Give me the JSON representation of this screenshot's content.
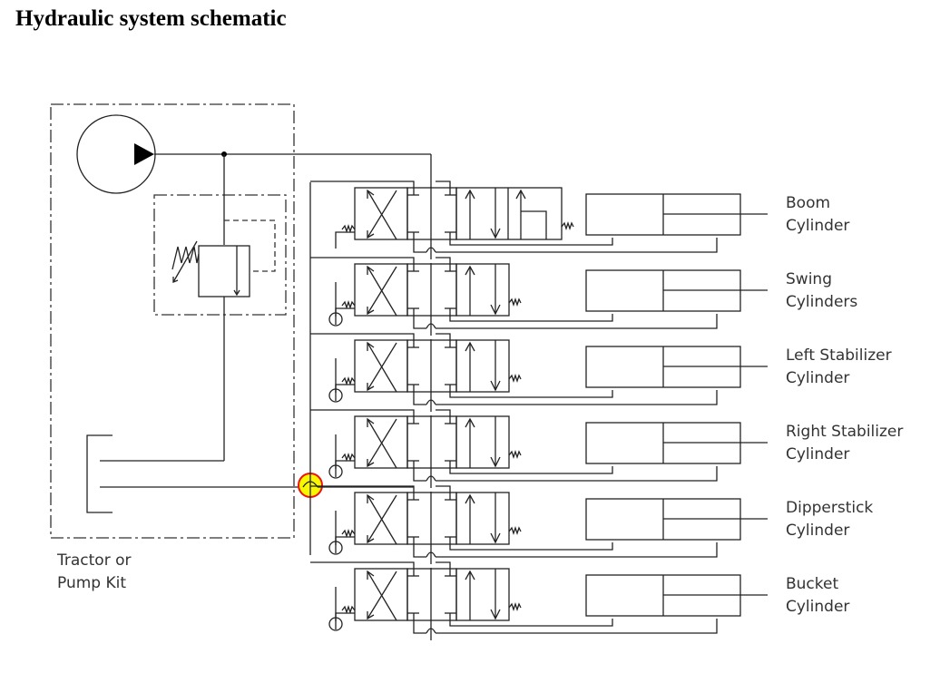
{
  "title": "Hydraulic system schematic",
  "pump_kit": {
    "label_line1": "Tractor or",
    "label_line2": "Pump Kit"
  },
  "highlight": {
    "description": "circled line crossing",
    "fill_color": "#f7f700",
    "stroke_color": "#ee1111"
  },
  "sections": [
    {
      "name": "boom",
      "label_line1": "Boom",
      "label_line2": "Cylinder",
      "valve_type": "three-position-float",
      "has_gauge": false
    },
    {
      "name": "swing",
      "label_line1": "Swing",
      "label_line2": "Cylinders",
      "valve_type": "two-position",
      "has_gauge": true
    },
    {
      "name": "left-stabilizer",
      "label_line1": "Left Stabilizer",
      "label_line2": "Cylinder",
      "valve_type": "two-position",
      "has_gauge": true
    },
    {
      "name": "right-stabilizer",
      "label_line1": "Right Stabilizer",
      "label_line2": "Cylinder",
      "valve_type": "two-position",
      "has_gauge": true
    },
    {
      "name": "dipperstick",
      "label_line1": "Dipperstick",
      "label_line2": "Cylinder",
      "valve_type": "two-position",
      "has_gauge": true
    },
    {
      "name": "bucket",
      "label_line1": "Bucket",
      "label_line2": "Cylinder",
      "valve_type": "two-position",
      "has_gauge": true
    }
  ]
}
